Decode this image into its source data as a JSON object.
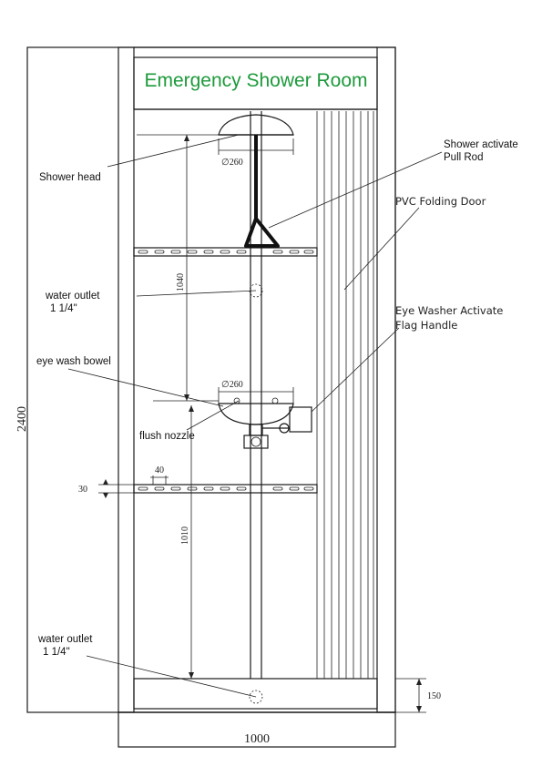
{
  "title": "Emergency Shower Room",
  "colors": {
    "title": "#1e9a3c",
    "line": "#1a1a1a",
    "background": "#ffffff"
  },
  "labels": {
    "shower_head": "Shower head",
    "pull_rod_1": "Shower activate",
    "pull_rod_2": "Pull Rod",
    "pvc_door": "PVC Folding Door",
    "water_outlet_top_1": "water outlet",
    "water_outlet_top_2": "1 1/4\"",
    "eye_washer_1": "Eye Washer Activate",
    "eye_washer_2": "Flag Handle",
    "eye_wash_bowel": "eye wash bowel",
    "flush_nozzle": "flush nozzle",
    "water_outlet_bottom_1": "water outlet",
    "water_outlet_bottom_2": "1 1/4\""
  },
  "dimensions": {
    "height_total": "2400",
    "width_total": "1000",
    "shower_diameter": "260",
    "bowl_diameter": "260",
    "shower_to_bowl": "1040",
    "bowl_to_floor": "1010",
    "rail_gap": "40",
    "rail_height": "30",
    "base_height": "150",
    "diameter_symbol": "∅"
  }
}
